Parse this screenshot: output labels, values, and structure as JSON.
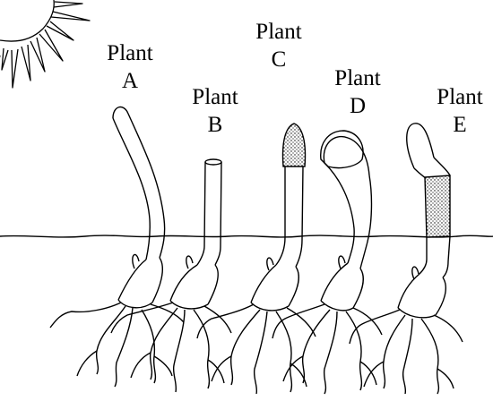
{
  "diagram": {
    "plants": [
      {
        "word": "Plant",
        "letter": "A",
        "tip": "bare"
      },
      {
        "word": "Plant",
        "letter": "B",
        "tip": "cut"
      },
      {
        "word": "Plant",
        "letter": "C",
        "tip": "opaque cap"
      },
      {
        "word": "Plant",
        "letter": "D",
        "tip": "transparent cap"
      },
      {
        "word": "Plant",
        "letter": "E",
        "tip": "opaque sleeve below tip"
      }
    ],
    "icons": [
      "sun-icon",
      "soil-line",
      "seedling-icon"
    ],
    "colors": {
      "ink": "#000000",
      "background": "#ffffff",
      "stipple": "#000000"
    }
  }
}
